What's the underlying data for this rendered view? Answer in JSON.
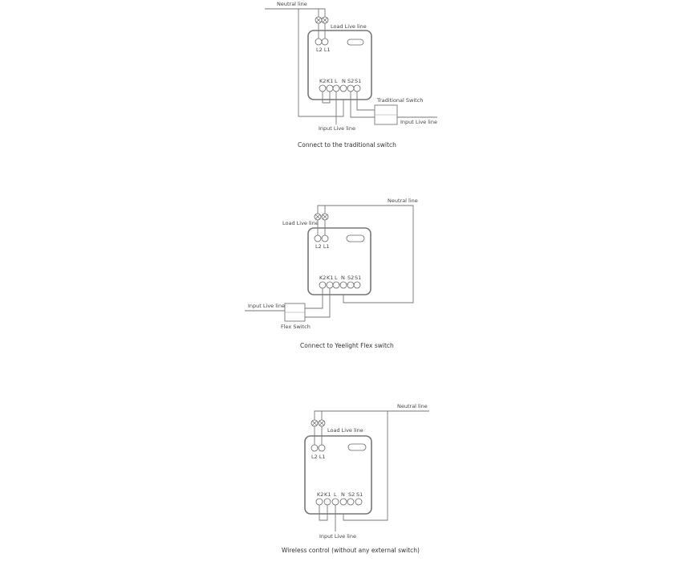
{
  "diagrams": [
    {
      "caption": "Connect to the traditional switch",
      "labels": {
        "neutral": "Neutral line",
        "load_live": "Load Live line",
        "input_live": "Input Live line",
        "input_live_2": "Input Live line",
        "switch": "Traditional Switch"
      }
    },
    {
      "caption": "Connect to Yeelight Flex switch",
      "labels": {
        "neutral": "Neutral line",
        "load_live": "Load Live line",
        "input_live": "Input Live line",
        "switch": "Flex Switch"
      }
    },
    {
      "caption": "Wireless control (without any external switch)",
      "labels": {
        "neutral": "Neutral line",
        "load_live": "Load Live line",
        "input_live": "Input Live line"
      }
    }
  ],
  "terminals": {
    "outputs": "L2 L1",
    "inputs": [
      "K2",
      "K1",
      "L",
      "N",
      "S2",
      "S1"
    ]
  }
}
